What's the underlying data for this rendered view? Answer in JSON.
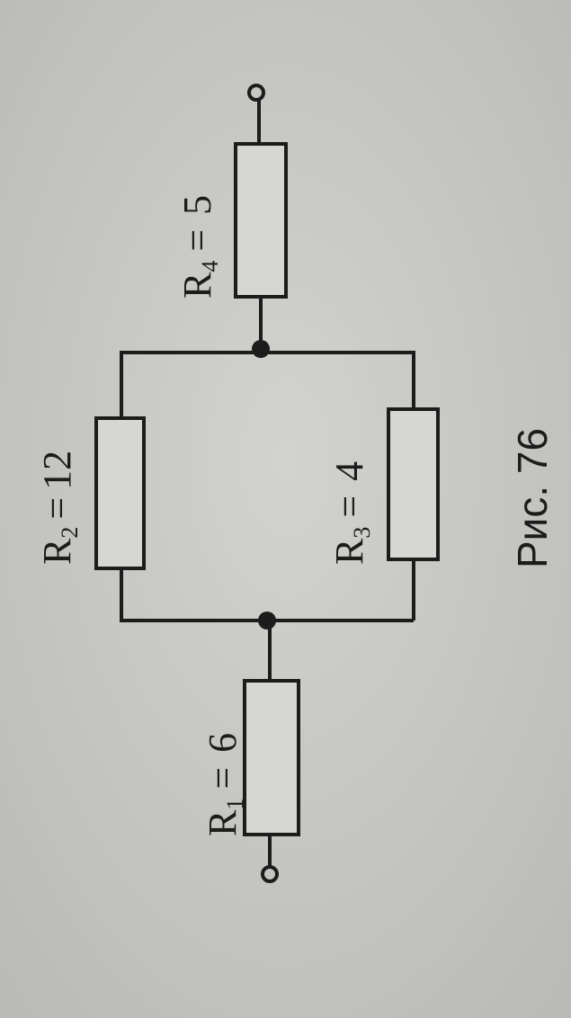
{
  "figure": {
    "caption": "Рис. 76",
    "resistors": [
      {
        "name": "R",
        "index": "1",
        "value": "6"
      },
      {
        "name": "R",
        "index": "2",
        "value": "12"
      },
      {
        "name": "R",
        "index": "3",
        "value": "4"
      },
      {
        "name": "R",
        "index": "4",
        "value": "5"
      }
    ],
    "equals": "="
  }
}
